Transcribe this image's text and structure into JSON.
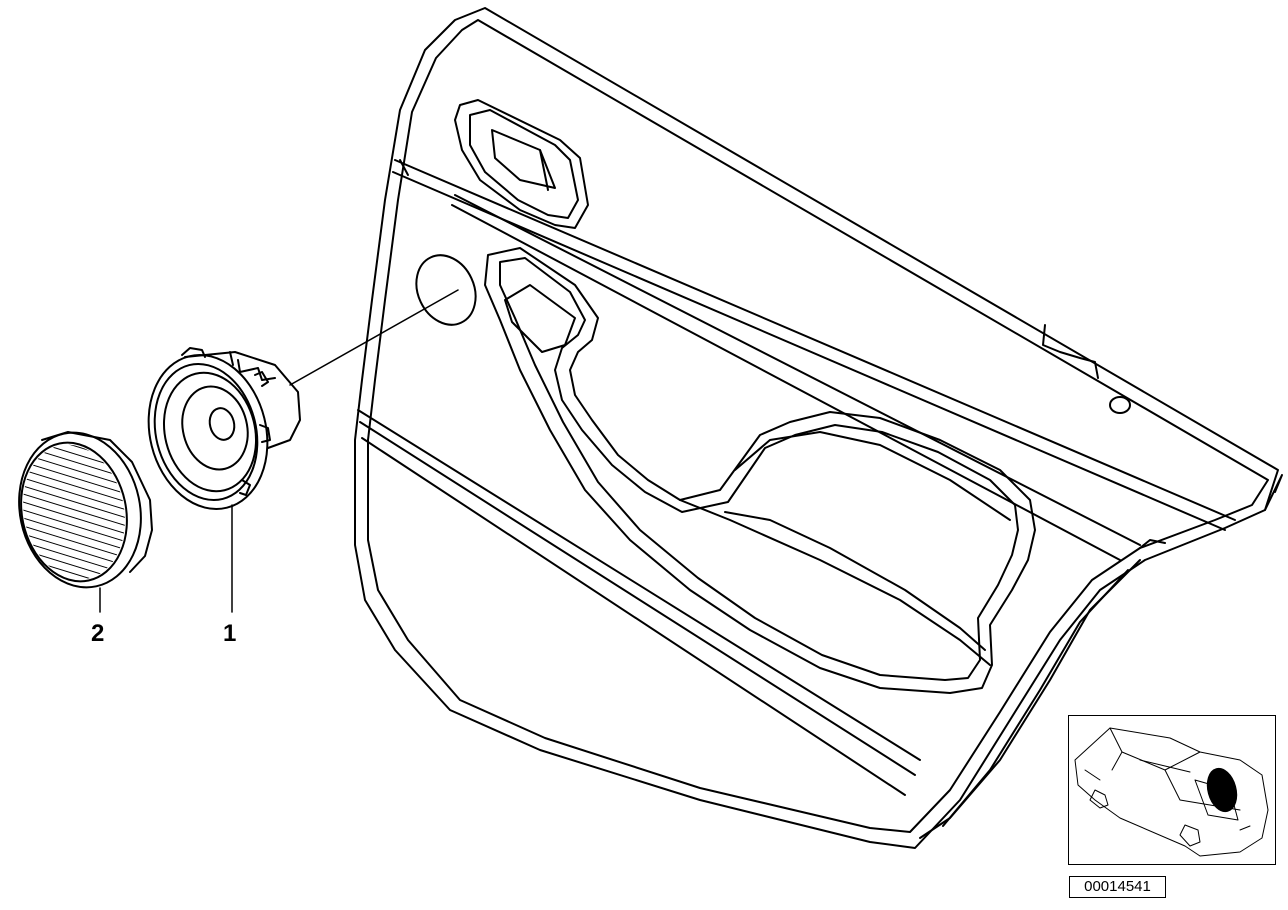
{
  "callouts": {
    "part_1": "1",
    "part_2": "2"
  },
  "diagram_id": "00014541",
  "icons": {
    "door_panel": "door-trim-panel-drawing",
    "speaker": "speaker-drawing",
    "grille": "speaker-grille-drawing",
    "car_locator": "car-locator-icon"
  },
  "colors": {
    "line": "#000000",
    "background": "#ffffff",
    "locator_highlight": "#000000"
  }
}
